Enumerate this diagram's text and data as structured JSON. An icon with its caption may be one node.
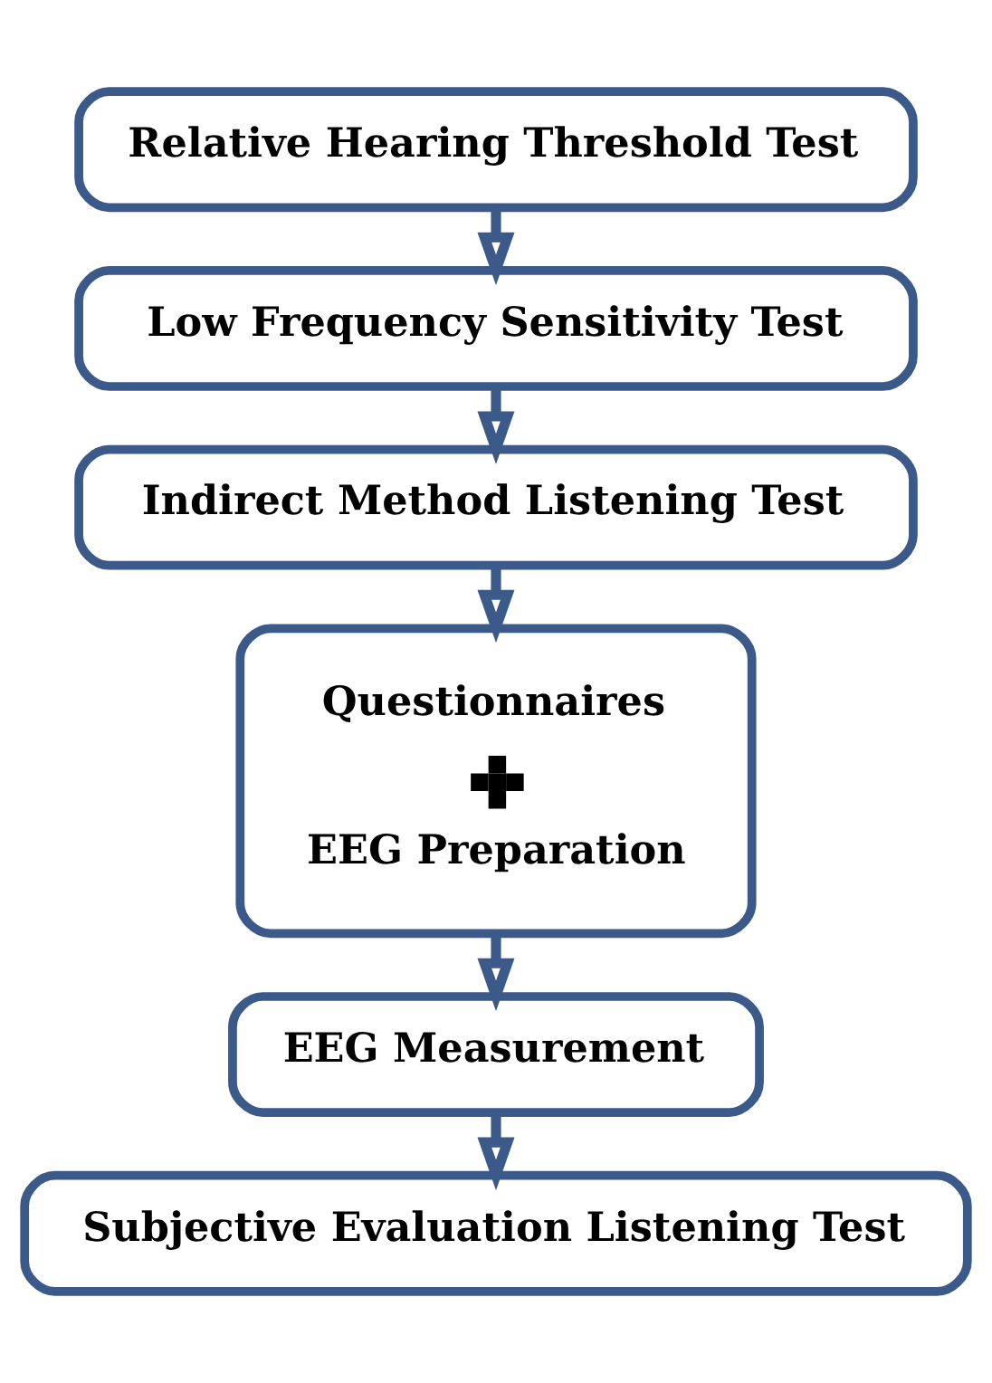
{
  "diagram": {
    "nodes": [
      {
        "text": [
          "Relative Hearing Threshold Test"
        ]
      },
      {
        "text": [
          "Low Frequency Sensitivity Test"
        ]
      },
      {
        "text": [
          "Indirect Method Listening Test"
        ]
      },
      {
        "text": [
          "Questionnaires",
          "EEG Preparation"
        ]
      },
      {
        "text": [
          "EEG Measurement"
        ]
      },
      {
        "text": [
          "Subjective Evaluation Listening Test"
        ]
      }
    ],
    "edges": [
      {
        "from": 0,
        "to": 1,
        "arrow": "to"
      },
      {
        "from": 1,
        "to": 2,
        "arrow": "to"
      },
      {
        "from": 2,
        "to": 3,
        "arrow": "to"
      },
      {
        "from": 3,
        "to": 4,
        "arrow": "to"
      },
      {
        "from": 4,
        "to": 5,
        "arrow": "to"
      }
    ]
  }
}
